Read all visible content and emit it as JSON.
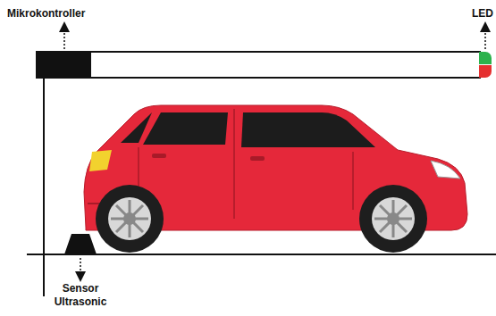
{
  "diagram": {
    "labels": [
      "Mikrokontroller",
      "LED",
      "Sensor Ultrasonic"
    ]
  }
}
